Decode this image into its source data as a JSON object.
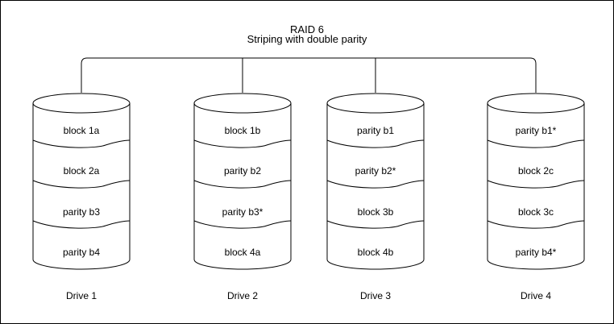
{
  "title": {
    "line1": "RAID 6",
    "line2": "Striping with double parity"
  },
  "drives": [
    {
      "label": "Drive 1",
      "blocks": [
        "block 1a",
        "block 2a",
        "parity b3",
        "parity b4"
      ]
    },
    {
      "label": "Drive 2",
      "blocks": [
        "block 1b",
        "parity b2",
        "parity b3*",
        "block 4a"
      ]
    },
    {
      "label": "Drive 3",
      "blocks": [
        "parity b1",
        "parity b2*",
        "block 3b",
        "block 4b"
      ]
    },
    {
      "label": "Drive 4",
      "blocks": [
        "parity b1*",
        "block 2c",
        "block 3c",
        "parity b4*"
      ]
    }
  ],
  "colors": {
    "stroke": "#000000",
    "background": "#ffffff"
  }
}
